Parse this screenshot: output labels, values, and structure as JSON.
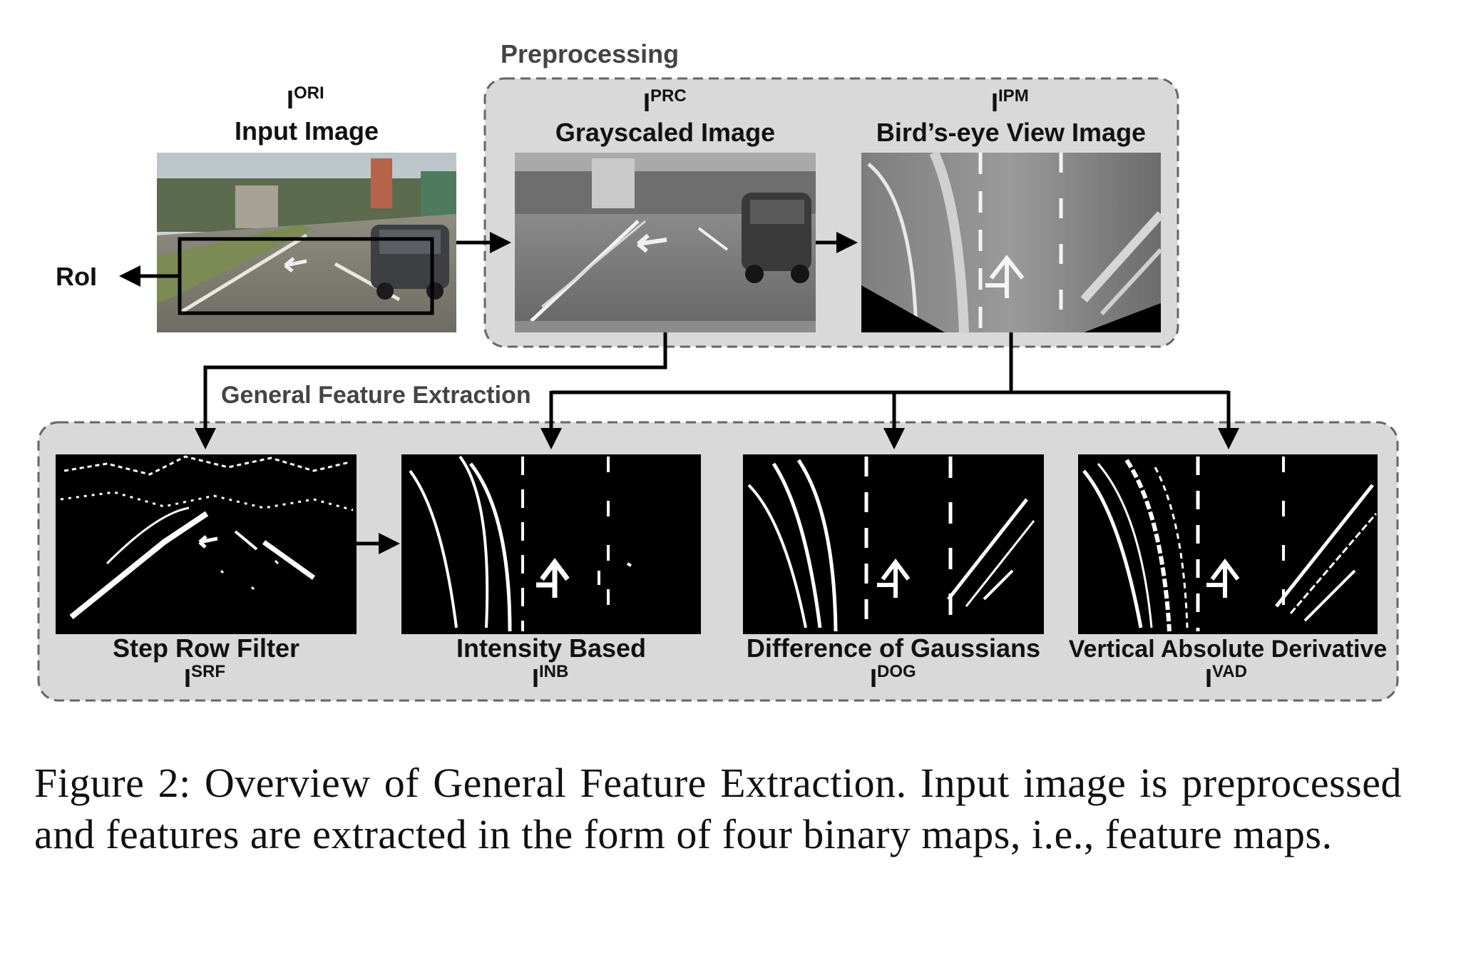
{
  "groups": {
    "preprocessing": "Preprocessing",
    "feature_extraction": "General Feature Extraction"
  },
  "side_label": "RoI",
  "nodes": {
    "input": {
      "sym": "I",
      "sup": "ORI",
      "title": "Input Image"
    },
    "gray": {
      "sym": "I",
      "sup": "PRC",
      "title": "Grayscaled Image"
    },
    "ipm": {
      "sym": "I",
      "sup": "IPM",
      "title": "Bird’s-eye View Image"
    },
    "srf": {
      "title": "Step Row Filter",
      "sym": "I",
      "sup": "SRF"
    },
    "inb": {
      "title": "Intensity Based",
      "sym": "I",
      "sup": "INB"
    },
    "dog": {
      "title": "Difference of Gaussians",
      "sym": "I",
      "sup": "DOG"
    },
    "vad": {
      "title": "Vertical Absolute Derivative",
      "sym": "I",
      "sup": "VAD"
    }
  },
  "caption": "Figure 2: Overview of General Feature Extraction. Input image is preprocessed and features are extracted in the form of four binary maps, i.e., feature maps.",
  "colors": {
    "group_fill": "#d9d9d9",
    "group_border": "#666666",
    "arrow": "#000000"
  }
}
